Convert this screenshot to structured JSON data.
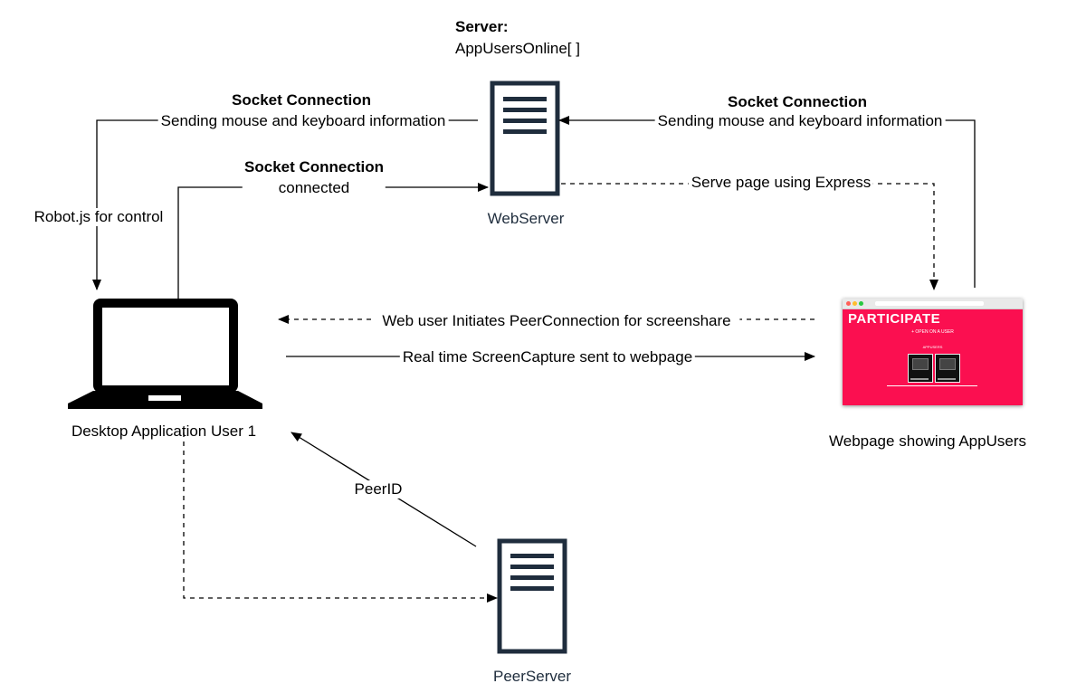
{
  "server_header": {
    "title": "Server:",
    "subtitle": "AppUsersOnline[ ]"
  },
  "nodes": {
    "webserver": {
      "label": "WebServer",
      "icon": "server-icon"
    },
    "peerserver": {
      "label": "PeerServer",
      "icon": "server-icon"
    },
    "desktop": {
      "label": "Desktop Application User 1",
      "icon": "laptop-icon"
    },
    "webpage": {
      "label": "Webpage showing AppUsers",
      "heading": "PARTICIPATE",
      "subheading": "+ OPEN ON A USER",
      "small_text": "APPUSERS"
    }
  },
  "edges": {
    "left_socket_title": "Socket Connection",
    "left_socket_desc": "Sending mouse and keyboard information",
    "robot": "Robot.js for control",
    "connected_title": "Socket Connection",
    "connected_desc": "connected",
    "right_socket_title": "Socket Connection",
    "right_socket_desc": "Sending mouse and keyboard information",
    "express": "Serve page using Express",
    "peer_initiate": "Web user Initiates PeerConnection for screenshare",
    "screencapture": "Real time ScreenCapture sent to webpage",
    "peerid": "PeerID"
  },
  "colors": {
    "line": "#000000",
    "icon": "#1f2d3d",
    "accent": "#fb0f50"
  }
}
